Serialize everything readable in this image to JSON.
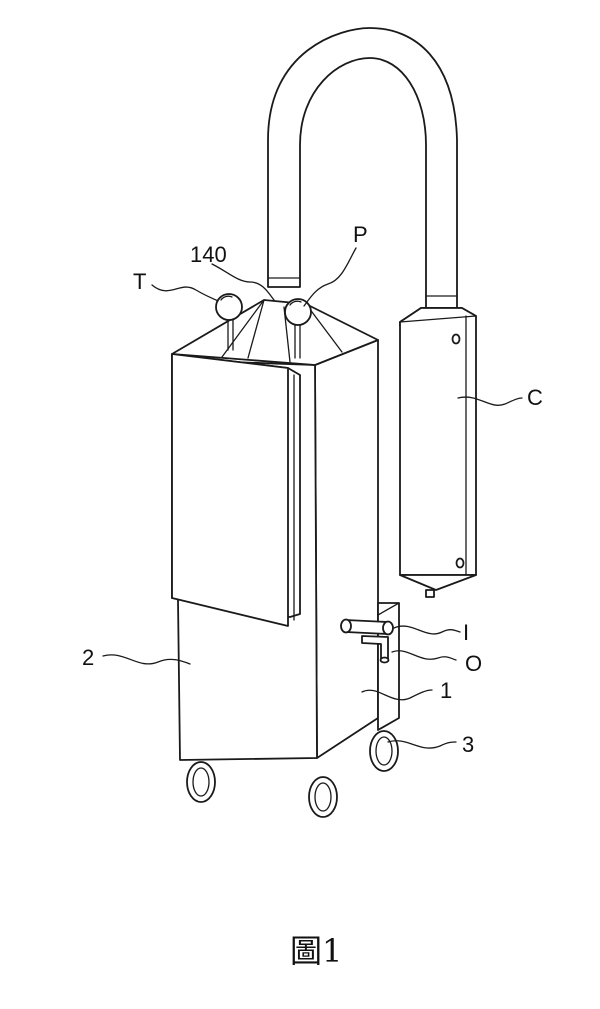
{
  "labels": {
    "T": "T",
    "n140": "140",
    "P": "P",
    "C": "C",
    "n2": "2",
    "I": "I",
    "O": "O",
    "n1": "1",
    "n3": "3"
  },
  "caption": "圖1"
}
